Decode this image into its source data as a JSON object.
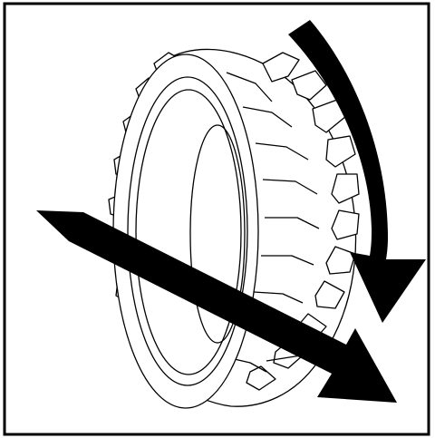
{
  "illustration": {
    "subject": "tractor-tire",
    "arrows": [
      "rotation-direction-arrow",
      "travel-direction-arrow"
    ],
    "colors": {
      "stroke": "#000000",
      "fill": "#ffffff",
      "background": "#ffffff"
    }
  }
}
